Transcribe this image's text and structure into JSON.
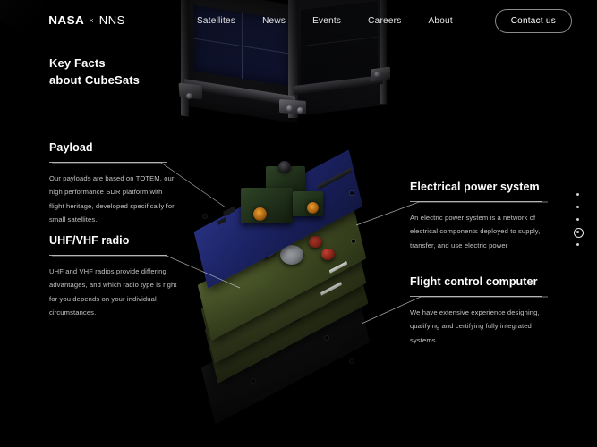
{
  "header": {
    "logo": {
      "nasa": "NASA",
      "separator": "×",
      "partner": "NNS"
    },
    "nav": [
      {
        "label": "Satellites"
      },
      {
        "label": "News"
      },
      {
        "label": "Events"
      },
      {
        "label": "Careers"
      },
      {
        "label": "About"
      }
    ],
    "cta": {
      "label": "Contact us"
    }
  },
  "hero": {
    "title_line1": "Key Facts",
    "title_line2": "about CubeSats"
  },
  "facts": {
    "payload": {
      "title": "Payload",
      "body": "Our payloads are based on TOTEM, our high performance SDR platform with flight heritage, developed specifically for small satellites."
    },
    "uhf": {
      "title": "UHF/VHF radio",
      "body": "UHF and VHF radios provide differing advantages, and which radio type is right for you depends on your individual circumstances."
    },
    "eps": {
      "title": "Electrical power system",
      "body": "An electric power system is a network of electrical components deployed to supply, transfer, and use electric power"
    },
    "fcc": {
      "title": "Flight control computer",
      "body": "We have extensive experience designing, qualifying and certifying fully integrated systems."
    }
  },
  "pagination": {
    "total": 5,
    "active_index": 4
  },
  "colors": {
    "background": "#000000",
    "text_primary": "#ffffff",
    "text_secondary": "#c3c3c6",
    "rule": "#ffffff",
    "pcb_blue": "#27307e",
    "pcb_green": "#5d6b34",
    "accent_amber": "#f0a030"
  }
}
